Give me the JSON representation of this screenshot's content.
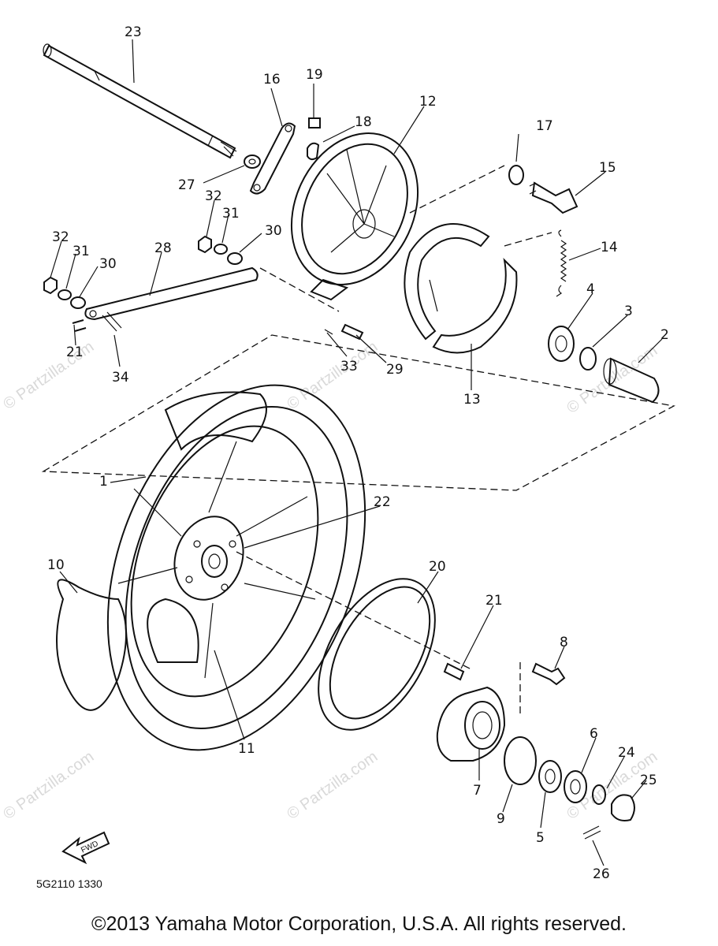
{
  "parts": [
    {
      "id": "23",
      "label": "23"
    },
    {
      "id": "16",
      "label": "16"
    },
    {
      "id": "19",
      "label": "19"
    },
    {
      "id": "18",
      "label": "18"
    },
    {
      "id": "12",
      "label": "12"
    },
    {
      "id": "17",
      "label": "17"
    },
    {
      "id": "15",
      "label": "15"
    },
    {
      "id": "27",
      "label": "27"
    },
    {
      "id": "32a",
      "label": "32"
    },
    {
      "id": "31a",
      "label": "31"
    },
    {
      "id": "30a",
      "label": "30"
    },
    {
      "id": "14",
      "label": "14"
    },
    {
      "id": "32b",
      "label": "32"
    },
    {
      "id": "31b",
      "label": "31"
    },
    {
      "id": "30b",
      "label": "30"
    },
    {
      "id": "28",
      "label": "28"
    },
    {
      "id": "4",
      "label": "4"
    },
    {
      "id": "3",
      "label": "3"
    },
    {
      "id": "2",
      "label": "2"
    },
    {
      "id": "21a",
      "label": "21"
    },
    {
      "id": "34",
      "label": "34"
    },
    {
      "id": "33",
      "label": "33"
    },
    {
      "id": "29",
      "label": "29"
    },
    {
      "id": "13",
      "label": "13"
    },
    {
      "id": "1",
      "label": "1"
    },
    {
      "id": "22",
      "label": "22"
    },
    {
      "id": "10",
      "label": "10"
    },
    {
      "id": "20",
      "label": "20"
    },
    {
      "id": "21b",
      "label": "21"
    },
    {
      "id": "8",
      "label": "8"
    },
    {
      "id": "11",
      "label": "11"
    },
    {
      "id": "6",
      "label": "6"
    },
    {
      "id": "24",
      "label": "24"
    },
    {
      "id": "25",
      "label": "25"
    },
    {
      "id": "7",
      "label": "7"
    },
    {
      "id": "9",
      "label": "9"
    },
    {
      "id": "5",
      "label": "5"
    },
    {
      "id": "26",
      "label": "26"
    }
  ],
  "fwd_label": "FWD",
  "diagram_code": "5G2110 1330",
  "watermark": "© Partzilla.com",
  "copyright": "©2013 Yamaha Motor Corporation, U.S.A. All rights reserved."
}
